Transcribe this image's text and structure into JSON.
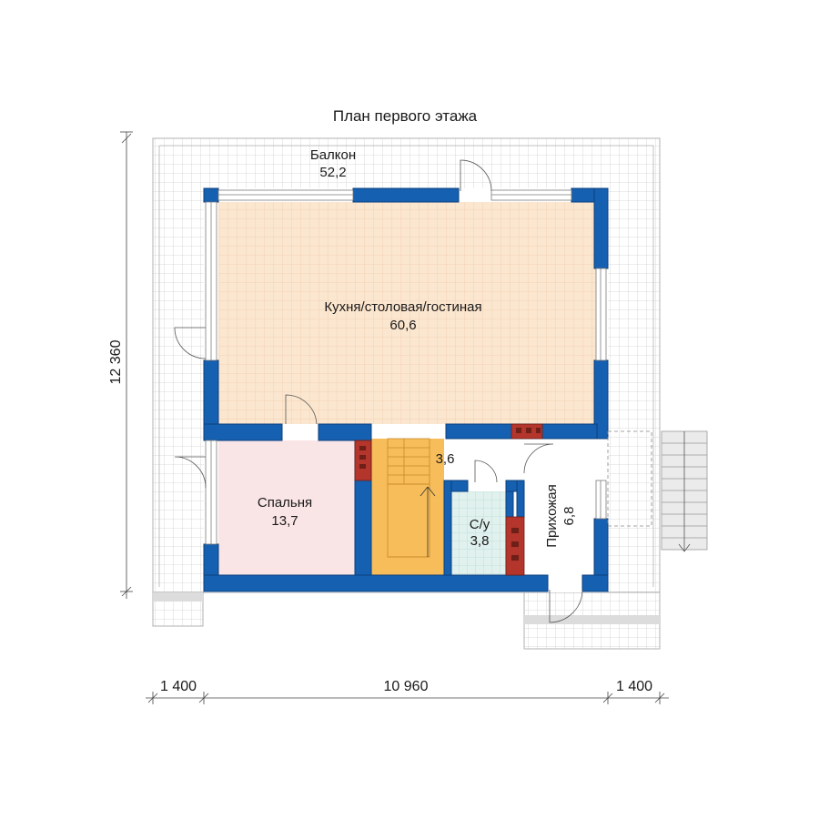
{
  "title": "План первого этажа",
  "rooms": {
    "balcony": {
      "name": "Балкон",
      "area": "52,2"
    },
    "living": {
      "name": "Кухня/столовая/гостиная",
      "area": "60,6"
    },
    "bedroom": {
      "name": "Спальня",
      "area": "13,7"
    },
    "hall": {
      "area": "3,6"
    },
    "bathroom": {
      "name": "С/у",
      "area": "3,8"
    },
    "entrance": {
      "name": "Прихожая",
      "area": "6,8"
    }
  },
  "dimensions": {
    "height": "12 360",
    "left": "1 400",
    "middle": "10 960",
    "right": "1 400"
  },
  "colors": {
    "wall": "#1560b0",
    "wall_edge": "#0c3f7d",
    "living_floor": "#fbe6cf",
    "bedroom_floor": "#f9e4e6",
    "bathroom_floor": "#e0f1ee",
    "stairs": "#f6bd5a",
    "stove": "#b3352b",
    "terrace_grid": "#c9c9c9"
  }
}
